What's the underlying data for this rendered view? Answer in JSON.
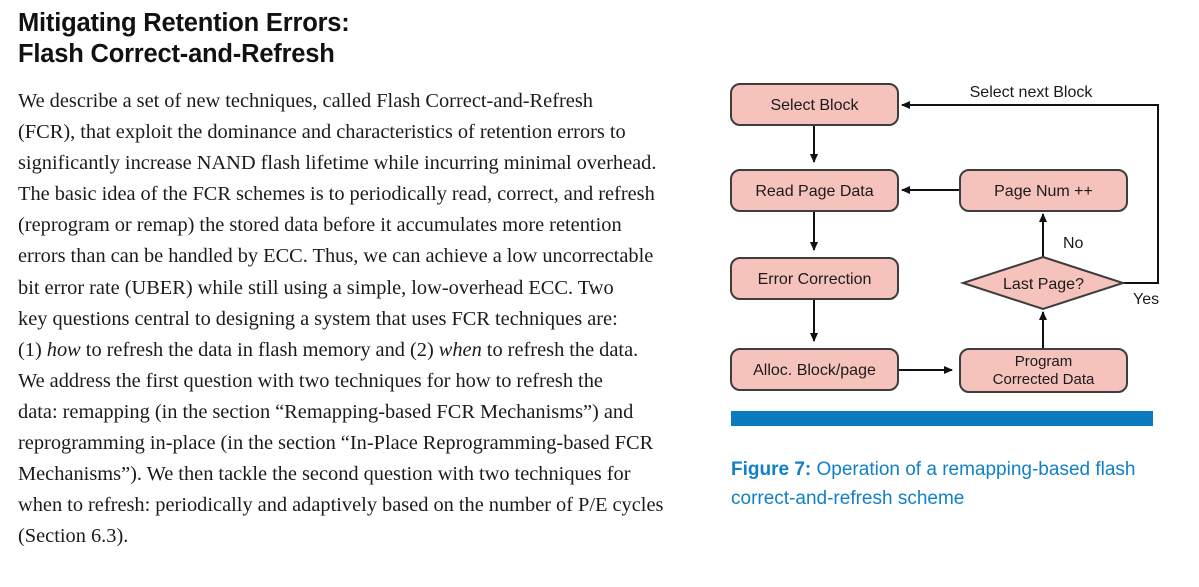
{
  "article": {
    "title_lines": [
      "Mitigating Retention Errors:",
      "Flash Correct-and-Refresh"
    ],
    "body_lines": [
      "We describe a set of new techniques, called Flash Correct-and-Refresh",
      "(FCR), that exploit the dominance and characteristics of retention errors to",
      "significantly increase NAND flash lifetime while incurring minimal overhead.",
      "The basic idea of the FCR schemes is to periodically read, correct, and refresh",
      "(reprogram or remap) the stored data before it accumulates more retention",
      "errors than can be handled by ECC. Thus, we can achieve a low uncorrectable",
      "bit error rate (UBER) while still using a simple, low-overhead ECC. Two",
      "key questions central to designing a system that uses FCR techniques are:",
      "We address the first question with two techniques for how to refresh the",
      "data: remapping (in the section “Remapping-based FCR Mechanisms”) and",
      "reprogramming in-place (in the section “In-Place Reprogramming-based FCR",
      "Mechanisms”). We then tackle the second question with two techniques for",
      "when to refresh: periodically and adaptively based on the number of P/E cycles",
      "(Section 6.3)."
    ],
    "italic_line": {
      "prefix": "(1) ",
      "italic_one": "how",
      "middle": " to refresh the data in flash memory and (2) ",
      "italic_two": "when",
      "suffix": " to refresh the data."
    }
  },
  "figure": {
    "accent_color": "#0B7BC1",
    "node_fill": "#F5C2BC",
    "node_stroke": "#3D3D3D",
    "nodes": [
      {
        "id": "select-block",
        "label": "Select Block"
      },
      {
        "id": "read-page-data",
        "label": "Read Page Data"
      },
      {
        "id": "error-correction",
        "label": "Error Correction"
      },
      {
        "id": "alloc-block-page",
        "label": "Alloc. Block/page"
      },
      {
        "id": "page-num-inc",
        "label": "Page Num ++"
      },
      {
        "id": "program-corrected-data",
        "label_line1": "Program",
        "label_line2": "Corrected Data"
      }
    ],
    "decision": {
      "id": "last-page",
      "label": "Last Page?"
    },
    "edge_labels": {
      "select_next_block": "Select next Block",
      "no": "No",
      "yes": "Yes"
    },
    "caption": {
      "label": "Figure 7:",
      "text": " Operation of a remapping-based flash correct-and-refresh scheme"
    }
  }
}
